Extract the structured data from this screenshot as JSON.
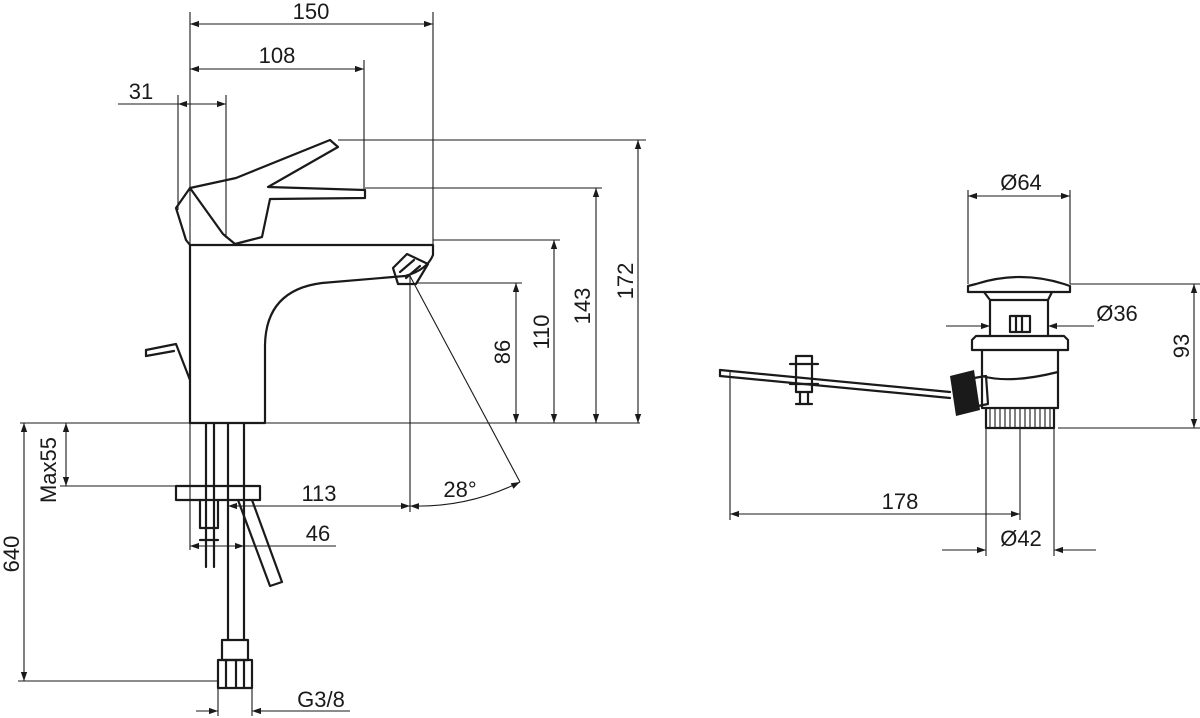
{
  "labels": {
    "w150": "150",
    "w108": "108",
    "w31": "31",
    "h172": "172",
    "h143": "143",
    "h110": "110",
    "h86": "86",
    "max55": "Max55",
    "h640": "640",
    "r113": "113",
    "a28": "28°",
    "r46": "46",
    "g38": "G3/8",
    "d64": "Ø64",
    "d36": "Ø36",
    "h93": "93",
    "l178": "178",
    "d42": "Ø42"
  },
  "colors": {
    "line": "#1a1a1a",
    "background": "#ffffff"
  }
}
